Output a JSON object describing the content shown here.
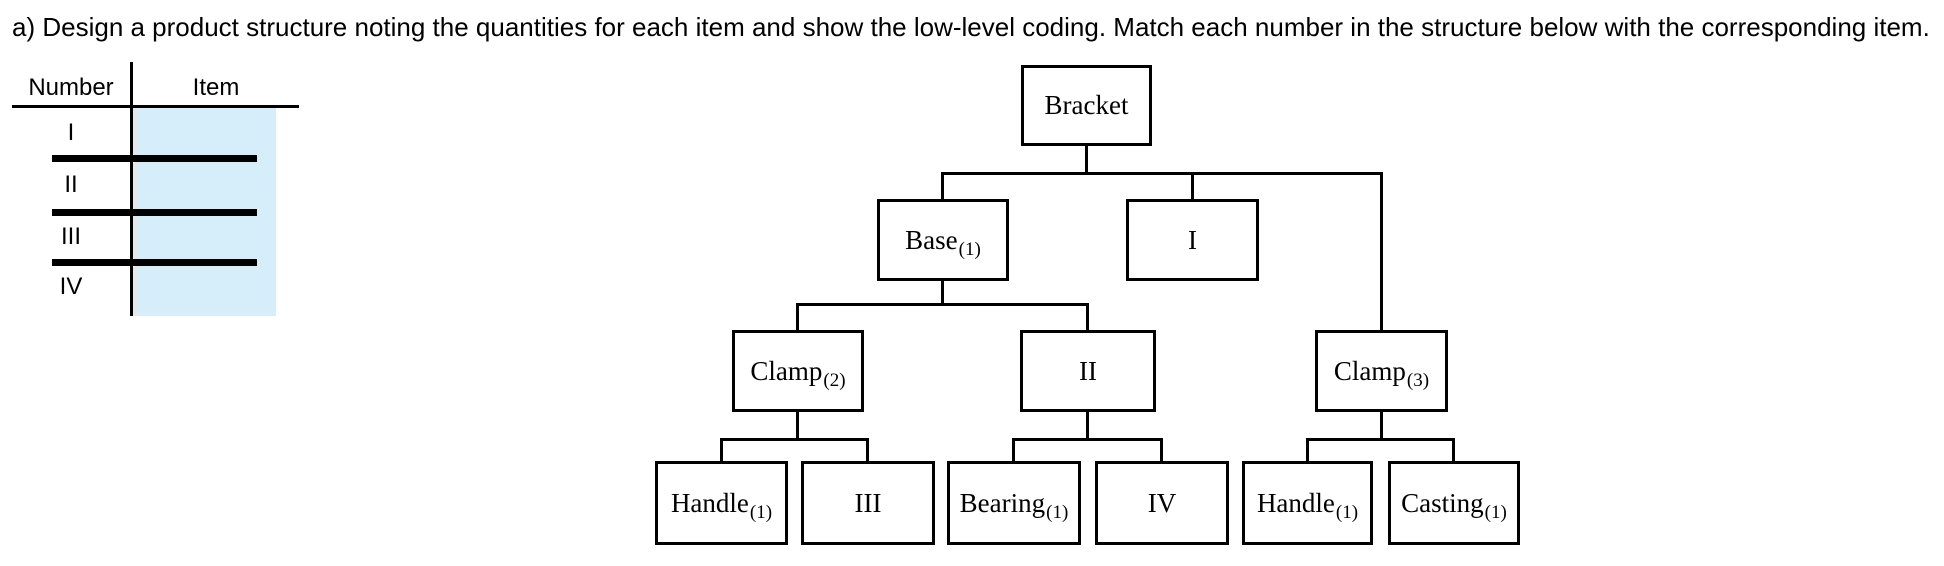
{
  "title": "a) Design a product structure noting the quantities for each item and show the low-level coding. Match each number in the structure below with the corresponding item.",
  "table": {
    "number_header": "Number",
    "item_header": "Item",
    "rows": [
      {
        "number": "I"
      },
      {
        "number": "II"
      },
      {
        "number": "III"
      },
      {
        "number": "IV"
      }
    ],
    "answer_highlight_color": "#d6eefa"
  },
  "diagram": {
    "line_color": "#000000",
    "nodes": {
      "bracket": {
        "label": "Bracket"
      },
      "base": {
        "label": "Base",
        "qty": "(1)"
      },
      "num1": {
        "label": "I"
      },
      "clamp2": {
        "label": "Clamp",
        "qty": "(2)"
      },
      "num2": {
        "label": "II"
      },
      "clamp3": {
        "label": "Clamp",
        "qty": "(3)"
      },
      "handle_left": {
        "label": "Handle",
        "qty": "(1)"
      },
      "num3": {
        "label": "III"
      },
      "bearing": {
        "label": "Bearing",
        "qty": "(1)"
      },
      "num4": {
        "label": "IV"
      },
      "handle_right": {
        "label": "Handle",
        "qty": "(1)"
      },
      "casting": {
        "label": "Casting",
        "qty": "(1)"
      }
    }
  }
}
